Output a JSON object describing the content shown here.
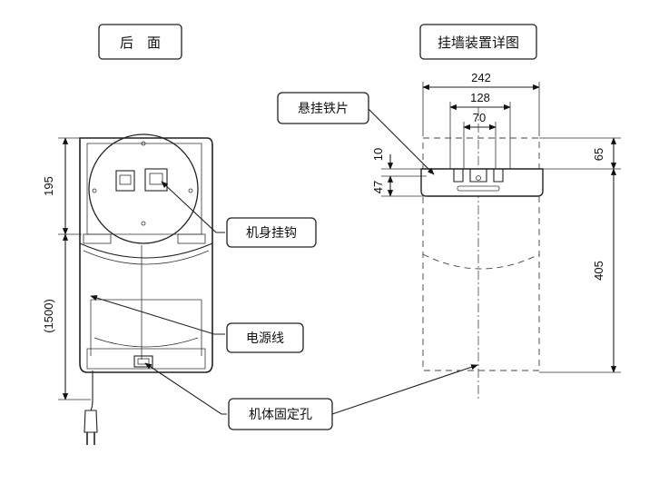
{
  "headers": {
    "rear": "后　面",
    "detail": "挂墙装置详图"
  },
  "callouts": {
    "hook": "机身挂钩",
    "power_cord": "电源线",
    "fix_hole": "机体固定孔",
    "hanging_plate": "悬挂铁片"
  },
  "dimensions": {
    "h195": "195",
    "h1500": "(1500)",
    "w242": "242",
    "w128": "128",
    "w70": "70",
    "h10": "10",
    "h47": "47",
    "h65": "65",
    "h405": "405"
  }
}
